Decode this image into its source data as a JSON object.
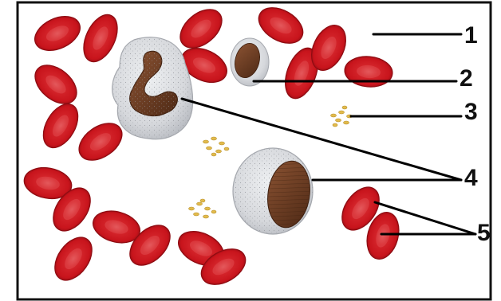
{
  "diagram": {
    "labels": [
      {
        "id": "label-1",
        "text": "1"
      },
      {
        "id": "label-2",
        "text": "2"
      },
      {
        "id": "label-3",
        "text": "3"
      },
      {
        "id": "label-4",
        "text": "4"
      },
      {
        "id": "label-5",
        "text": "5"
      }
    ],
    "colors": {
      "rbc_fill": "#c8141c",
      "rbc_center": "#e04a4e",
      "rbc_edge": "#8e0c12",
      "wbc_cytoplasm": "#d9dbdf",
      "nucleus": "#6b3a22",
      "platelet": "#e2bb4d",
      "border": "#111111",
      "leader_line": "#000000"
    }
  }
}
